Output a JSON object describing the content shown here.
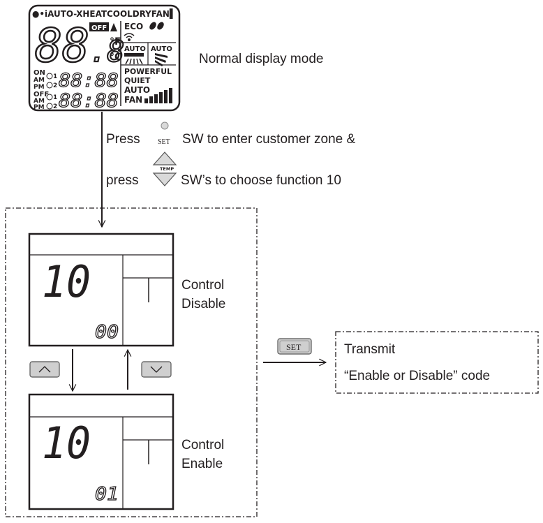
{
  "lcd_top": {
    "mode_bar": "●•iAUTO-XHEATCOOLDRYFAN▌",
    "big_digits": "88",
    "decimal_digit": ".8",
    "unit_f": "°F",
    "unit_c": "°C",
    "off_badge": "OFF",
    "eco": "ECO",
    "auto_left": "AUTO",
    "auto_right": "AUTO",
    "powerful": "POWERFUL",
    "quiet": "QUIET",
    "auto_fan_1": "AUTO",
    "auto_fan_2": "FAN",
    "on": "ON",
    "am1": "AM",
    "pm1": "PM",
    "off": "OFF",
    "am2": "AM",
    "pm2": "PM",
    "timer1_num": "1",
    "timer2_num": "2",
    "timer3_num": "1",
    "timer4_num": "2",
    "time1": "88:88",
    "time2": "88:88"
  },
  "normal_display_mode": "Normal display mode",
  "instruction_line1_press": "Press",
  "set_small_label": "SET",
  "instruction_line1_rest": "SW to enter customer zone &",
  "temp_label": "TEMP",
  "instruction_line2_press": "press",
  "instruction_line2_rest": "SW’s to choose function 10",
  "lcd_disable": {
    "function_no": "10",
    "code": "00"
  },
  "lcd_enable": {
    "function_no": "10",
    "code": "01"
  },
  "label_control_disable_1": "Control",
  "label_control_disable_2": "Disable",
  "label_control_enable_1": "Control",
  "label_control_enable_2": "Enable",
  "set_button_label": "SET",
  "transmit_line1": "Transmit",
  "transmit_line2": "“Enable or Disable” code"
}
